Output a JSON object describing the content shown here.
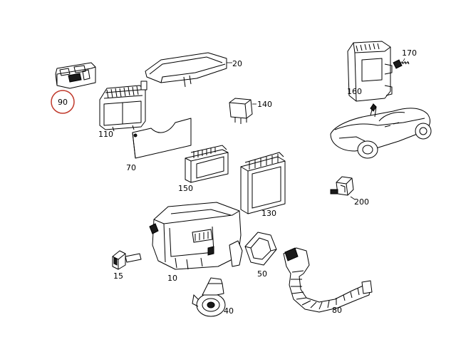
{
  "parts": [
    {
      "id": "p90",
      "label": "90",
      "highlighted": true
    },
    {
      "id": "p110",
      "label": "110"
    },
    {
      "id": "p20",
      "label": "20"
    },
    {
      "id": "p140",
      "label": "140"
    },
    {
      "id": "p70",
      "label": "70"
    },
    {
      "id": "p150",
      "label": "150"
    },
    {
      "id": "p130",
      "label": "130"
    },
    {
      "id": "p170",
      "label": "170"
    },
    {
      "id": "p160",
      "label": "160"
    },
    {
      "id": "p200",
      "label": "200"
    },
    {
      "id": "p15",
      "label": "15"
    },
    {
      "id": "p10",
      "label": "10"
    },
    {
      "id": "p50",
      "label": "50"
    },
    {
      "id": "p40",
      "label": "40"
    },
    {
      "id": "p80",
      "label": "80"
    }
  ],
  "colors": {
    "highlight_circle": "#c0392b",
    "ink": "#000000"
  },
  "vehicle": {
    "icon": "roadster-car-icon"
  }
}
